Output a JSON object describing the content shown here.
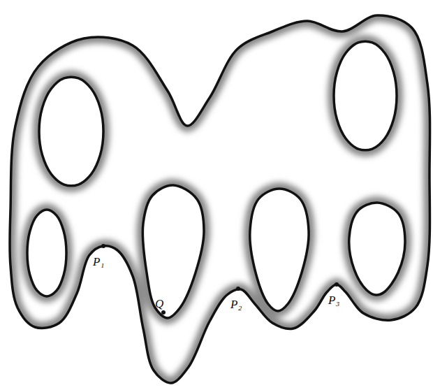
{
  "diagram": {
    "labels": [
      "P₁",
      "Q",
      "P₂",
      "P₃"
    ]
  }
}
